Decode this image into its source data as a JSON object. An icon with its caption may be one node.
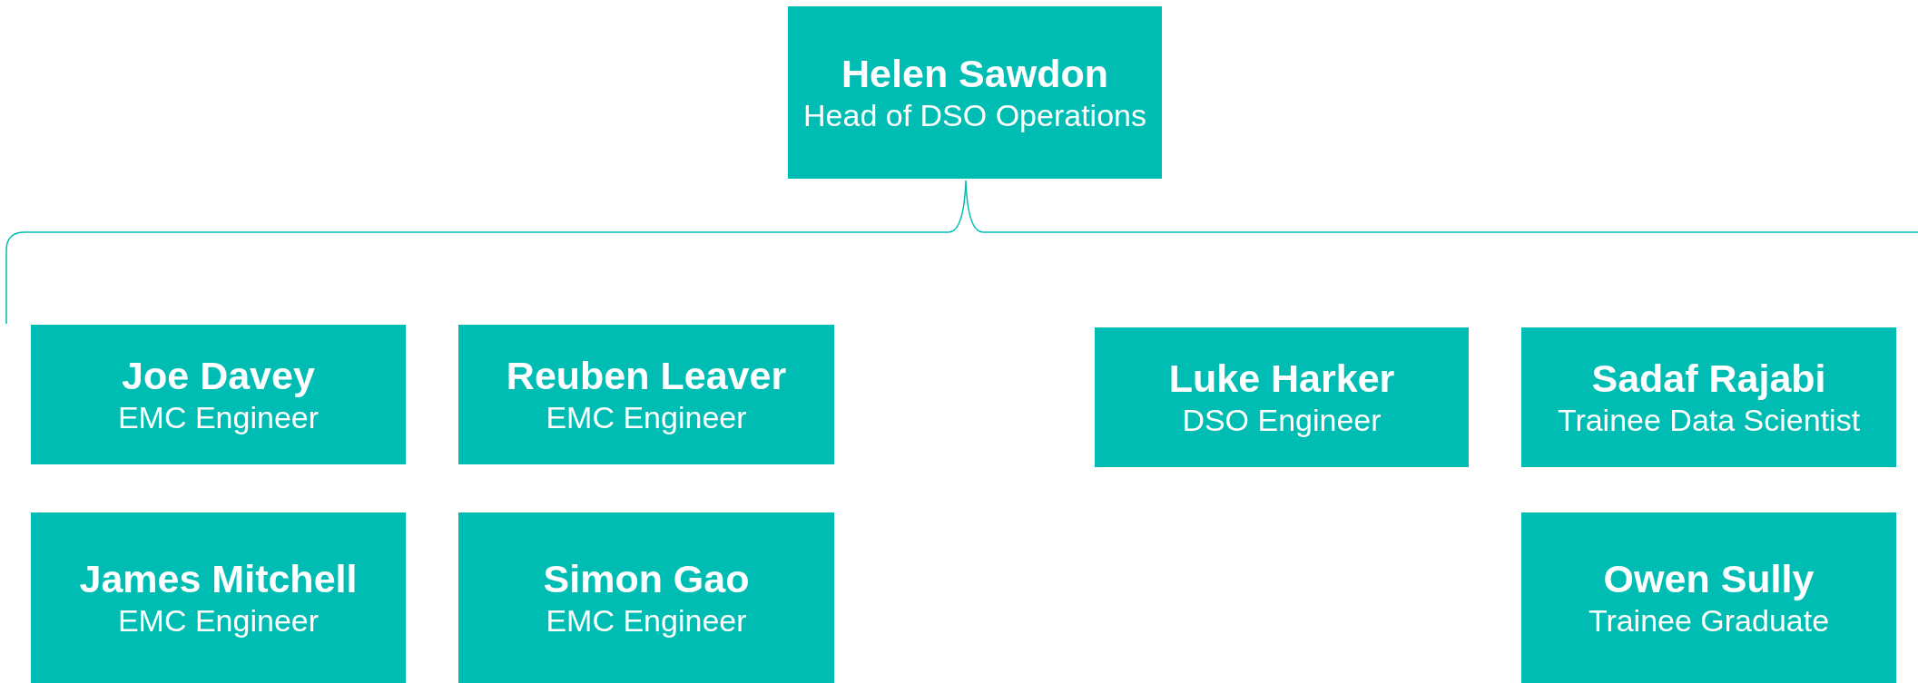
{
  "diagram": {
    "nodes": [
      {
        "text": [
          "Helen Sawdon",
          "Head of DSO Operations"
        ]
      },
      {
        "text": [
          "Joe Davey",
          "EMC Engineer"
        ]
      },
      {
        "text": [
          "Reuben Leaver",
          "EMC Engineer"
        ]
      },
      {
        "text": [
          "Luke Harker",
          "DSO Engineer"
        ]
      },
      {
        "text": [
          "Sadaf Rajabi",
          "Trainee Data Scientist"
        ]
      },
      {
        "text": [
          "James Mitchell",
          "EMC Engineer"
        ]
      },
      {
        "text": [
          "Simon Gao",
          "EMC Engineer"
        ]
      },
      {
        "text": [
          "Owen Sully",
          "Trainee Graduate"
        ]
      }
    ]
  }
}
